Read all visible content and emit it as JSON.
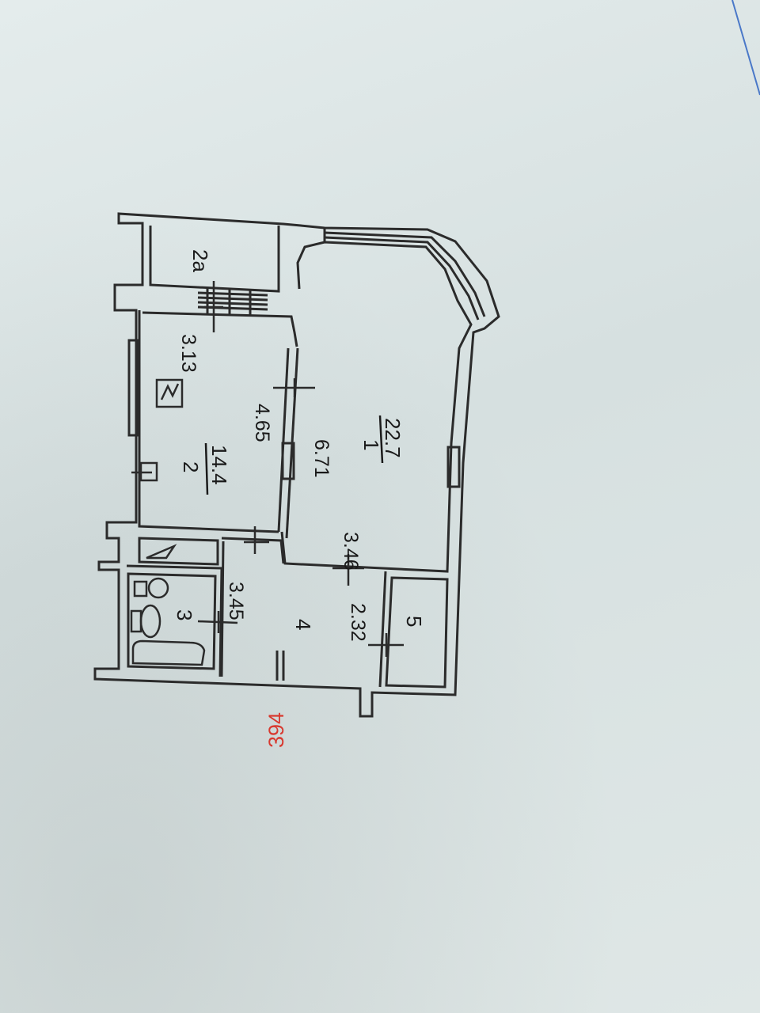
{
  "plan": {
    "rooms": [
      {
        "id": "room-1",
        "number": "1",
        "area": "22.7"
      },
      {
        "id": "room-2",
        "number": "2",
        "area": "14.4"
      },
      {
        "id": "room-2a",
        "number": "2a",
        "area": ""
      },
      {
        "id": "room-3",
        "number": "3",
        "area": ""
      },
      {
        "id": "room-4",
        "number": "4",
        "area": ""
      },
      {
        "id": "room-5",
        "number": "5",
        "area": ""
      }
    ],
    "dimensions": {
      "d313": "3.13",
      "d465": "4.65",
      "d671": "6.71",
      "d346": "3.46",
      "d345": "3.45",
      "d232": "2.32"
    },
    "apartment_number": "394",
    "colors": {
      "wall": "#2b2b2b",
      "paper": "#dde6e6",
      "stamp": "#d8392f"
    }
  }
}
